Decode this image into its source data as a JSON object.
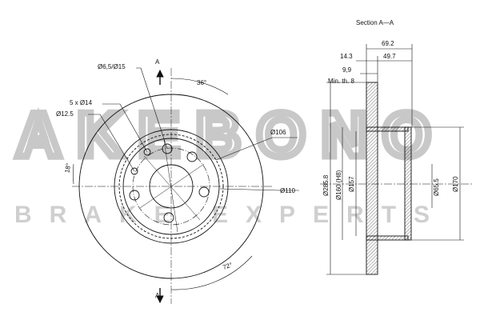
{
  "watermark": {
    "brand": "AKEBONO",
    "tagline": "BRAKE EXPERTS",
    "color": "#cfcfcf"
  },
  "front_view": {
    "section_marker_top": "A",
    "section_marker_bottom": "A",
    "labels": {
      "center_hole": "Ø6,5/Ø15",
      "bolt_holes": "5 x Ø14",
      "pilot": "Ø12.5",
      "bolt_pitch_angle": "36°",
      "offset_angle": "18°",
      "circle_106": "Ø106",
      "circle_110": "Ø110",
      "hole_spacing_angle": "72°"
    }
  },
  "section_view": {
    "title": "Section A—A",
    "labels": {
      "overall_height": "69.2",
      "disc_thickness": "14.3",
      "hat_depth": "49.7",
      "nominal_thickness": "9,9",
      "min_thickness": "Min. th. 8",
      "outer_diameter": "Ø285.8",
      "hat_outer": "Ø160 (H8)",
      "hat_inner": "Ø157",
      "center_bore": "Ø65.5",
      "hub_diameter": "Ø170"
    }
  },
  "colors": {
    "line": "#111111",
    "hatch": "#333333"
  }
}
